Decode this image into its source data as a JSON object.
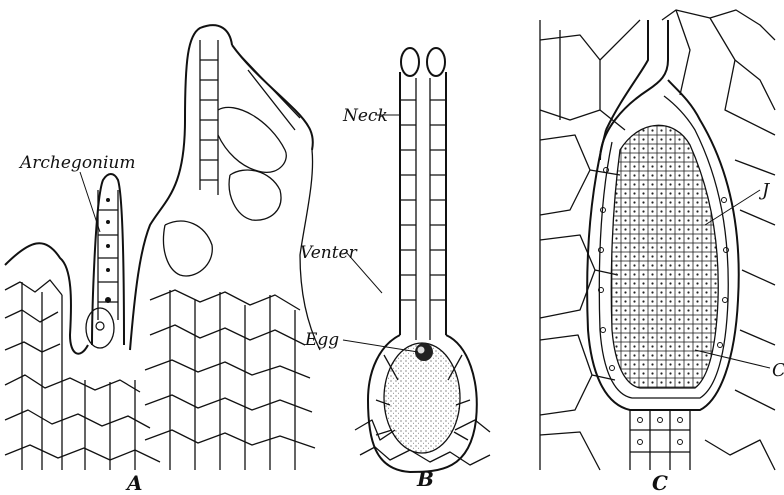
{
  "labels": {
    "archegonium": "Archegonium",
    "neck": "Neck",
    "venter": "Venter",
    "egg": "Egg",
    "panel_a": "A",
    "panel_b": "B",
    "panel_c": "C",
    "edge_mark_1": "J",
    "edge_mark_2": "C"
  }
}
